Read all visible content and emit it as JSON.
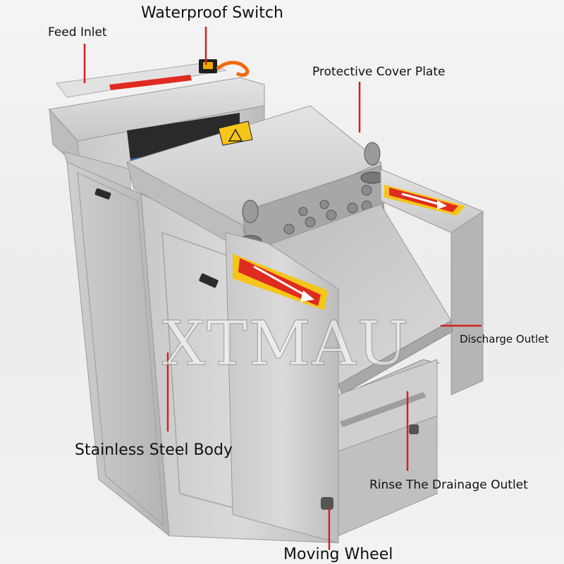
{
  "labels": {
    "waterproof_switch": "Waterproof Switch",
    "feed_inlet": "Feed Inlet",
    "protective_cover_plate": "Protective Cover Plate",
    "discharge_outlet": "Discharge Outlet",
    "stainless_steel_body": "Stainless Steel Body",
    "rinse_drainage_outlet": "Rinse The Drainage Outlet",
    "moving_wheel": "Moving Wheel"
  },
  "watermark": "XTMAU",
  "colors": {
    "pointer_line": "#d42020",
    "warning_sticker_red": "#e02b20",
    "warning_sticker_yellow": "#f5c518",
    "steel_light": "#d6d6d6",
    "steel_mid": "#bdbdbd",
    "steel_dark": "#9a9a9a"
  }
}
